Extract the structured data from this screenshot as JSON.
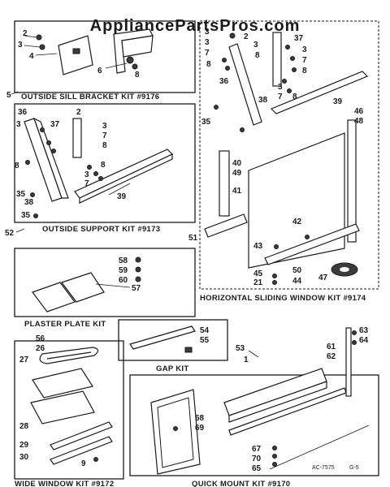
{
  "watermark": "AppliancePartsPros.com",
  "kits": {
    "outside_sill": "OUTSIDE SILL BRACKET KIT #9176",
    "outside_support": "OUTSIDE SUPPORT KIT #9173",
    "horizontal_sliding": "HORIZONTAL SLIDING WINDOW KIT #9174",
    "plaster_plate": "PLASTER PLATE KIT",
    "gap": "GAP KIT",
    "wide_window": "WIDE WINDOW KIT #9172",
    "quick_mount": "QUICK MOUNT KIT #9170"
  },
  "callouts": {
    "p1": "1",
    "p2": "2",
    "p3": "3",
    "p4": "4",
    "p5": "5",
    "p6": "6",
    "p7": "7",
    "p8": "8",
    "p9": "9",
    "p21": "21",
    "p26": "26",
    "p27": "27",
    "p28": "28",
    "p29": "29",
    "p30": "30",
    "p35": "35",
    "p36": "36",
    "p37": "37",
    "p38": "38",
    "p39": "39",
    "p40": "40",
    "p41": "41",
    "p42": "42",
    "p43": "43",
    "p44": "44",
    "p45": "45",
    "p46": "46",
    "p47": "47",
    "p48": "48",
    "p49": "49",
    "p50": "50",
    "p51": "51",
    "p52": "52",
    "p53": "53",
    "p54": "54",
    "p55": "55",
    "p56": "56",
    "p57": "57",
    "p58": "58",
    "p59": "59",
    "p60": "60",
    "p61": "61",
    "p62": "62",
    "p63": "63",
    "p64": "64",
    "p65": "65",
    "p67": "67",
    "p68": "68",
    "p69": "69",
    "p70": "70"
  },
  "footer": {
    "drawing_code": "AC-7575",
    "page_ref": "G-5"
  }
}
